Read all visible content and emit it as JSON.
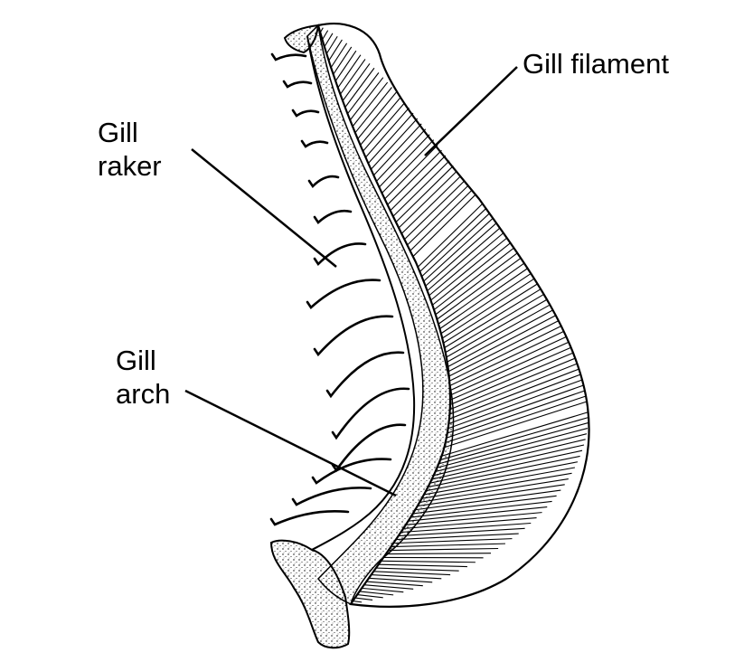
{
  "labels": {
    "gill_filament": "Gill filament",
    "gill_raker": [
      "Gill",
      "raker"
    ],
    "gill_arch": [
      "Gill",
      "arch"
    ]
  },
  "colors": {
    "ink": "#000000",
    "background": "#ffffff"
  }
}
